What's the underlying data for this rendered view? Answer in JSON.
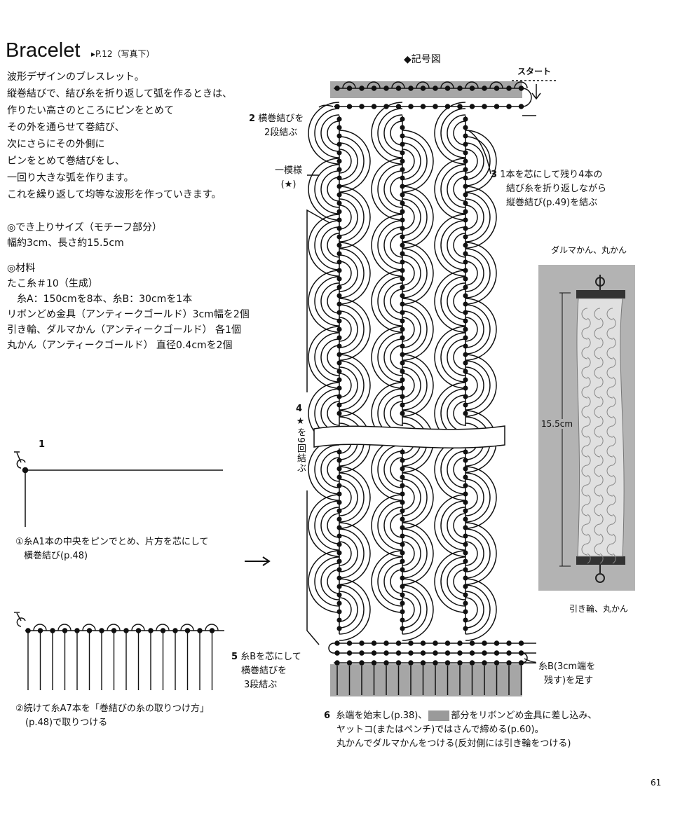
{
  "title": "Bracelet",
  "page_ref": "P.12（写真下）",
  "intro": [
    "波形デザインのブレスレット。",
    "縦巻結びで、結び糸を折り返して弧を作るときは、",
    "作りたい高さのところにピンをとめて",
    "その外を通らせて巻結び、",
    "次にさらにその外側に",
    "ピンをとめて巻結びをし、",
    "一回り大きな弧を作ります。",
    "これを繰り返して均等な波形を作っていきます。"
  ],
  "size": {
    "heading": "でき上りサイズ（モチーフ部分）",
    "value": "幅約3cm、長さ約15.5cm"
  },
  "materials": {
    "heading": "材料",
    "items": [
      "たこ糸＃10（生成）",
      "糸A：150cmを8本、糸B：30cmを1本",
      "リボンどめ金具（アンティークゴールド）3cm幅を2個",
      "引き輪、ダルマかん（アンティークゴールド） 各1個",
      "丸かん（アンティークゴールド） 直径0.4cmを2個"
    ]
  },
  "diagram_title": "記号図",
  "start_label": "スタート",
  "step1": {
    "num": "1",
    "marker": "①",
    "lines": [
      "糸A1本の中央をピンでとめ、片方を芯にして",
      "横巻結び(p.48)"
    ]
  },
  "step1b": {
    "marker": "②",
    "lines": [
      "続けて糸A7本を「巻結びの糸の取りつけ方」",
      "(p.48)で取りつける"
    ]
  },
  "step2": {
    "num": "2",
    "lines": [
      "横巻結びを",
      "2段結ぶ"
    ]
  },
  "step3": {
    "num": "3",
    "lines": [
      "1本を芯にして残り4本の",
      "結び糸を折り返しながら",
      "縦巻結び(p.49)を結ぶ"
    ]
  },
  "pattern_label": [
    "一模様",
    "(★)"
  ],
  "step4": {
    "num": "4",
    "text": "★を9回結ぶ"
  },
  "step5": {
    "num": "5",
    "lines": [
      "糸Bを芯にして",
      "横巻結びを",
      "3段結ぶ"
    ]
  },
  "step5_side": [
    "糸B(3cm端を",
    "残す)を足す"
  ],
  "step6": {
    "num": "6",
    "line1a": "糸端を始末し(p.38)、",
    "line1b": "部分をリボンどめ金具に差し込み、",
    "line2": "ヤットコ(またはペンチ)ではさんで締める(p.60)。",
    "line3": "丸かんでダルマかんをつける(反対側には引き輪をつける)"
  },
  "photo": {
    "top_label": "ダルマかん、丸かん",
    "bottom_label": "引き輪、丸かん",
    "length": "15.5cm"
  },
  "page_number": "61",
  "colors": {
    "shade": "#a6a6a6",
    "photo_bg": "#b3b3b3"
  }
}
